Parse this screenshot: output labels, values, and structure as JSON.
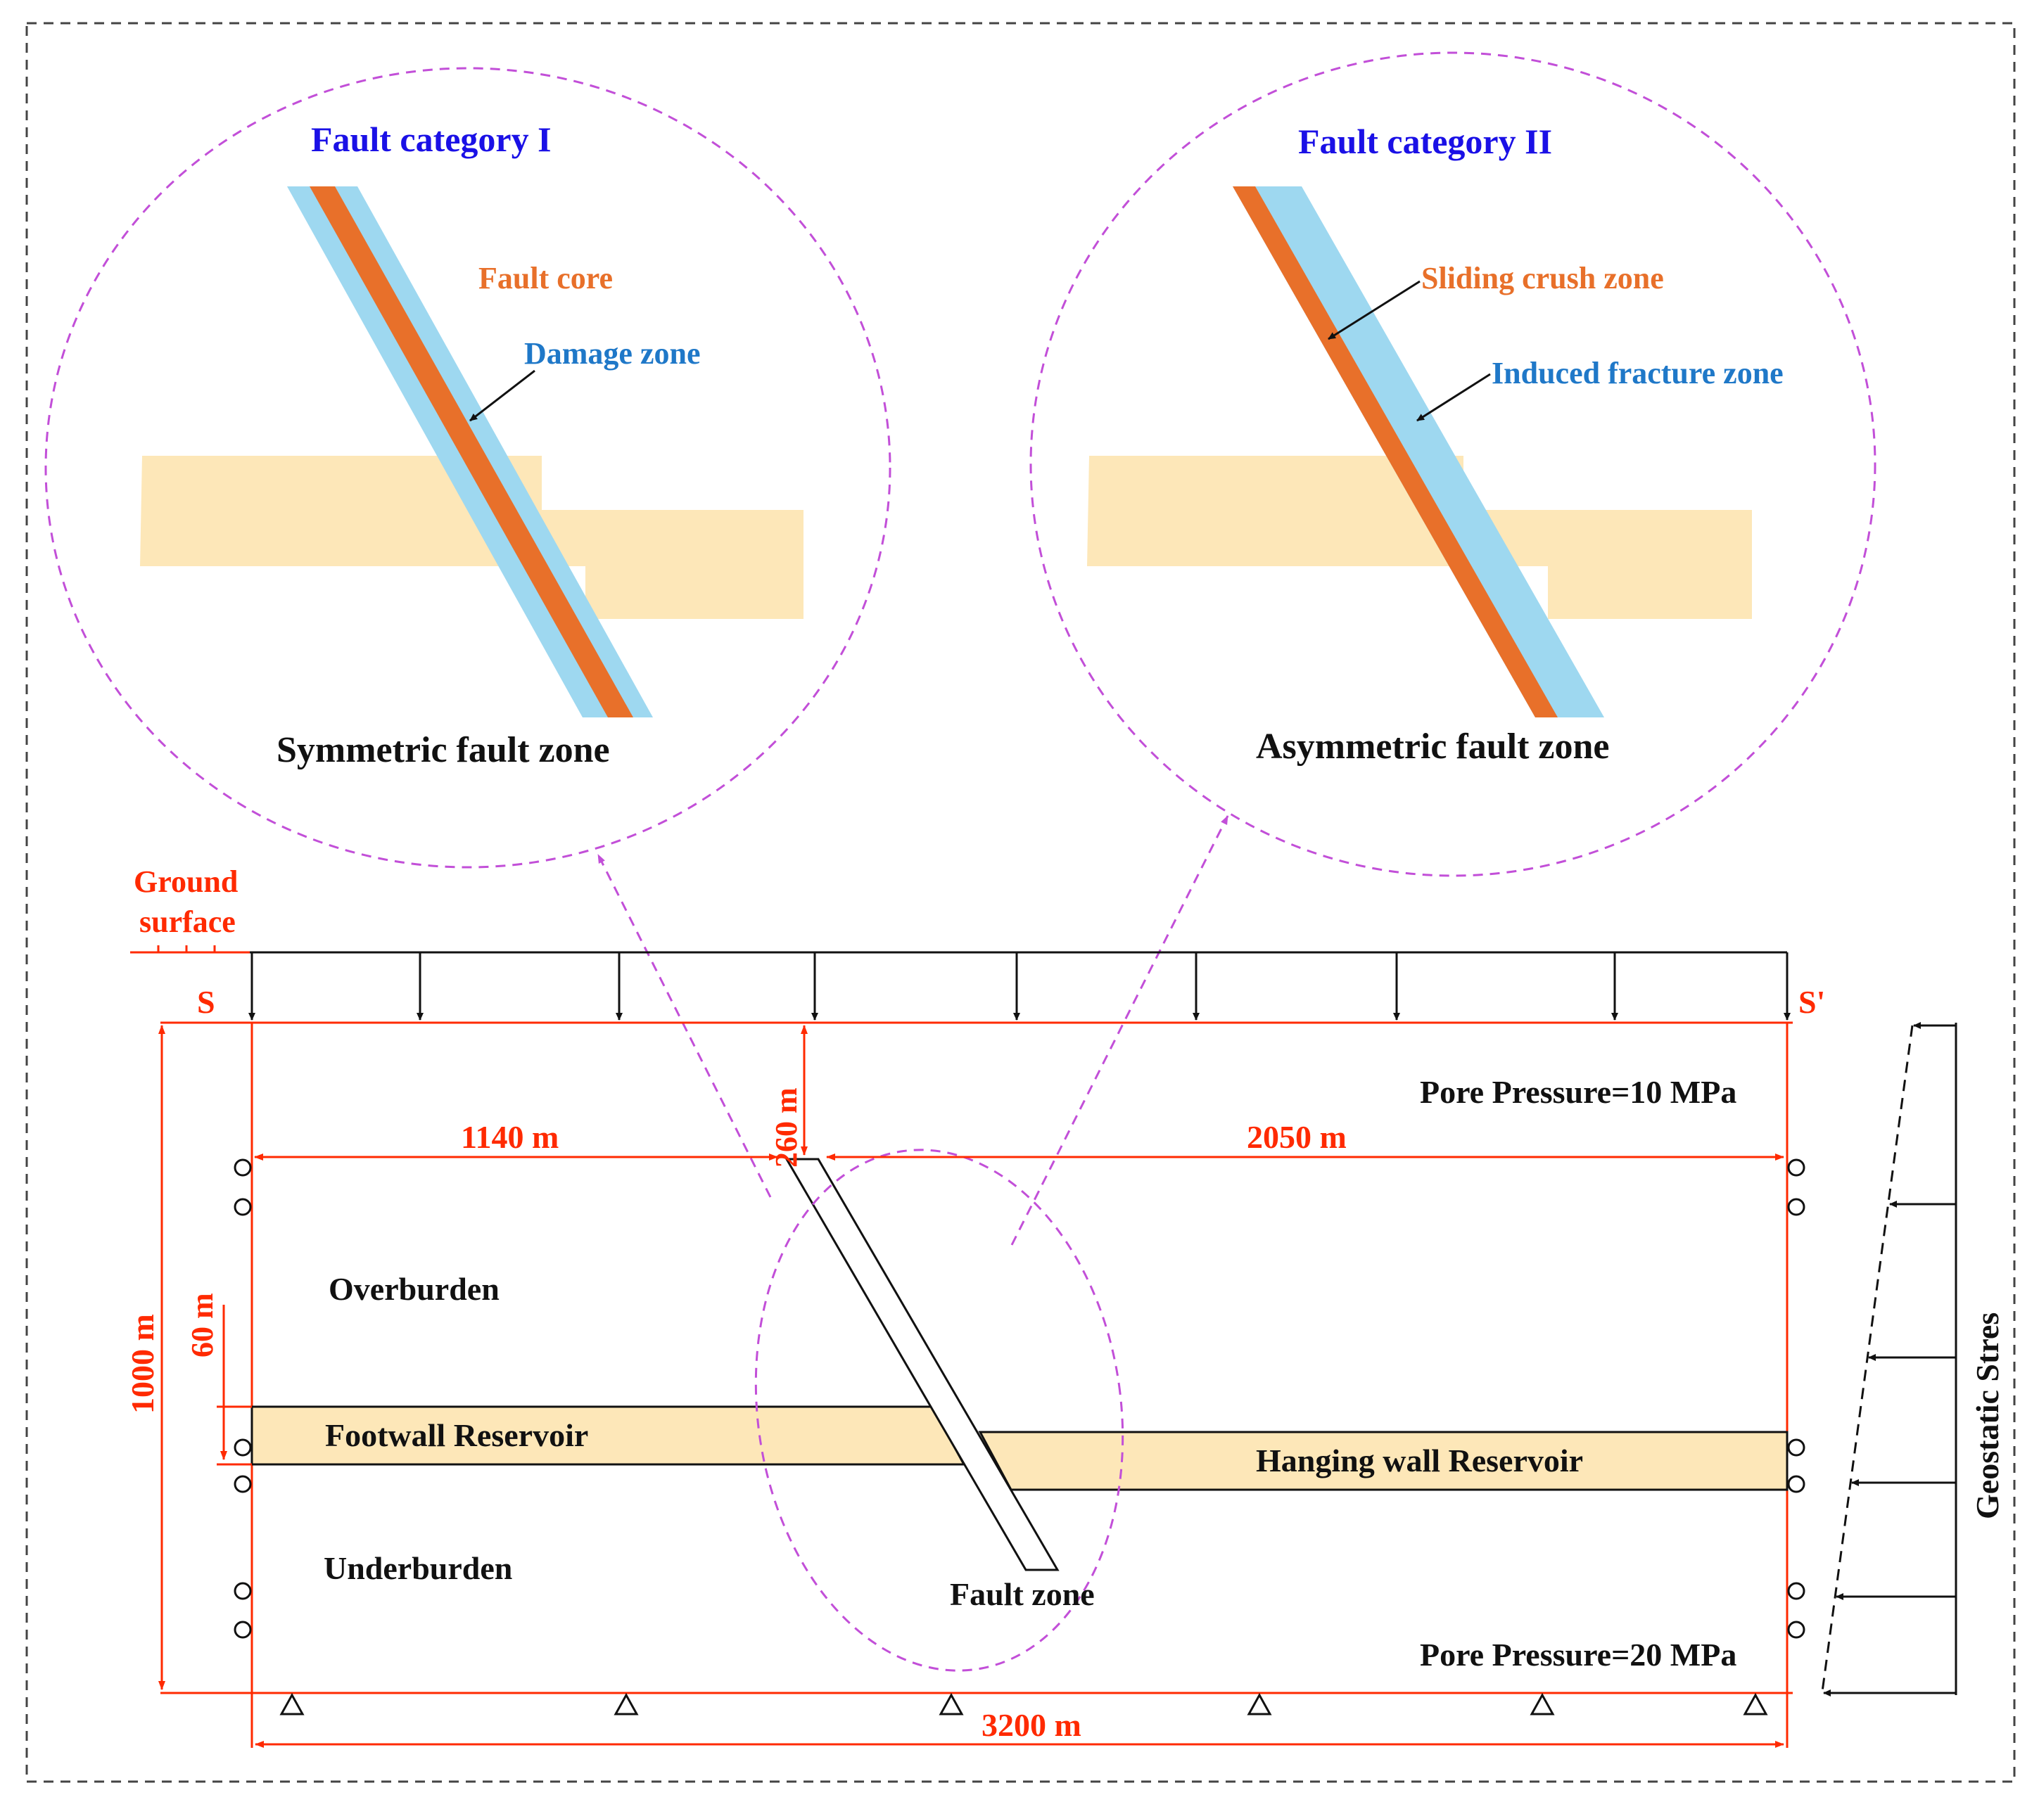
{
  "colors": {
    "red": "#ff2a00",
    "blue_title": "#1a10e6",
    "core_orange": "#e8702a",
    "damage_blue": "#9ed8f0",
    "damage_text": "#1f78c8",
    "reservoir": "#fde7b8",
    "magenta": "#c24fd8",
    "black": "#111111"
  },
  "insets": {
    "left": {
      "title": "Fault category I",
      "core_label": "Fault core",
      "zone_label": "Damage zone",
      "caption": "Symmetric fault zone"
    },
    "right": {
      "title": "Fault category II",
      "core_label": "Sliding crush zone",
      "zone_label": "Induced fracture zone",
      "caption": "Asymmetric fault zone"
    }
  },
  "model": {
    "ground_surface": [
      "Ground",
      "surface"
    ],
    "left_marker": "S",
    "right_marker": "S'",
    "pore_pressure_top": "Pore Pressure=10 MPa",
    "pore_pressure_bottom": "Pore Pressure=20 MPa",
    "dim_left": "1140 m",
    "dim_right": "2050 m",
    "dim_top": "260 m",
    "dim_height": "1000 m",
    "dim_reservoir": "60 m",
    "dim_width": "3200 m",
    "overburden": "Overburden",
    "underburden": "Underburden",
    "footwall": "Footwall Reservoir",
    "hanging_wall": "Hanging wall Reservoir",
    "fault_zone": "Fault zone",
    "geostatic": "Geostatic Stres"
  }
}
